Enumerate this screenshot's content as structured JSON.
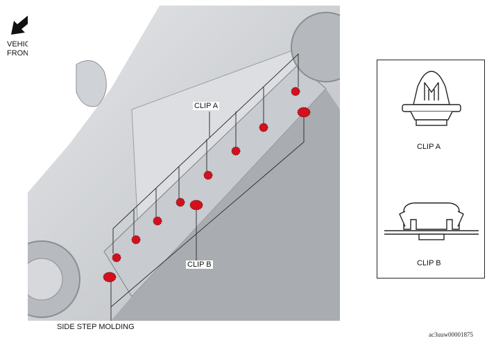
{
  "labels": {
    "vehicle_front": [
      "VEHICLE",
      "FRONT"
    ],
    "clip_a": "CLIP A",
    "clip_b": "CLIP B",
    "side_step_molding": "SIDE STEP MOLDING"
  },
  "detail": {
    "clip_a": "CLIP A",
    "clip_b": "CLIP B"
  },
  "ref_code": "ac3uuw00001875",
  "colors": {
    "clip_marker": "#d3101c",
    "body_gray": "#d4d6d9",
    "outline": "#333333"
  }
}
